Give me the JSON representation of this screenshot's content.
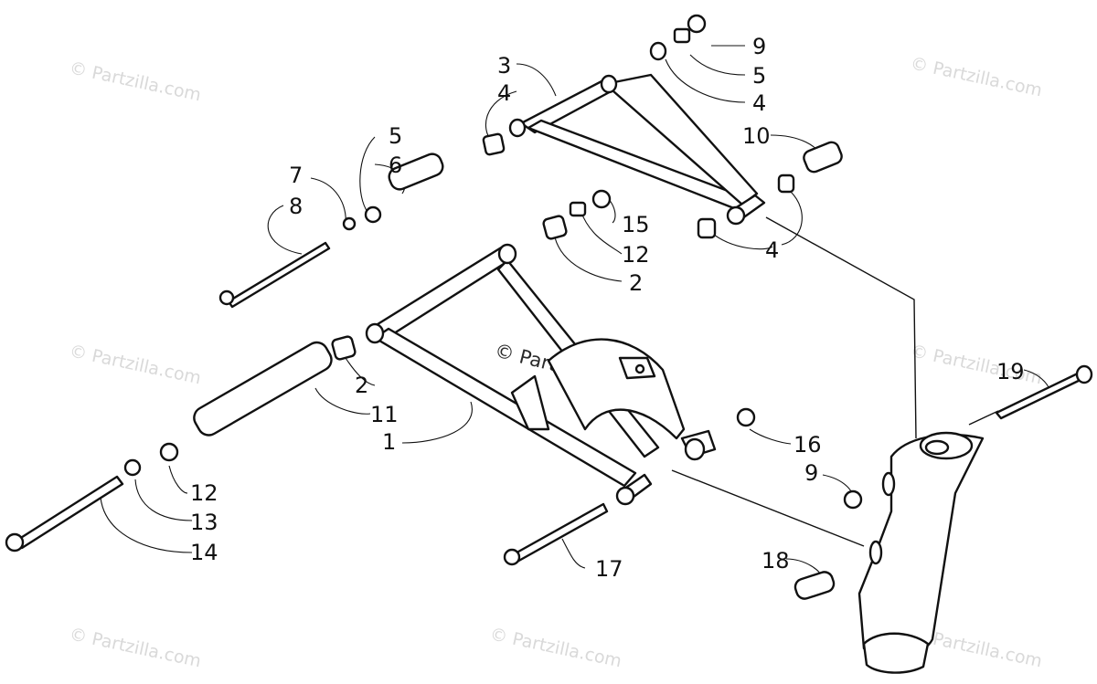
{
  "watermark": {
    "text": "© Partzilla.com"
  },
  "callouts": {
    "c1": "1",
    "c2a": "2",
    "c2b": "2",
    "c3": "3",
    "c4a": "4",
    "c4b": "4",
    "c4c": "4",
    "c5a": "5",
    "c5b": "5",
    "c6": "6",
    "c7": "7",
    "c8": "8",
    "c9a": "9",
    "c9b": "9",
    "c10": "10",
    "c11": "11",
    "c12a": "12",
    "c12b": "12",
    "c13": "13",
    "c14": "14",
    "c15": "15",
    "c16": "16",
    "c17": "17",
    "c18": "18",
    "c19": "19"
  }
}
